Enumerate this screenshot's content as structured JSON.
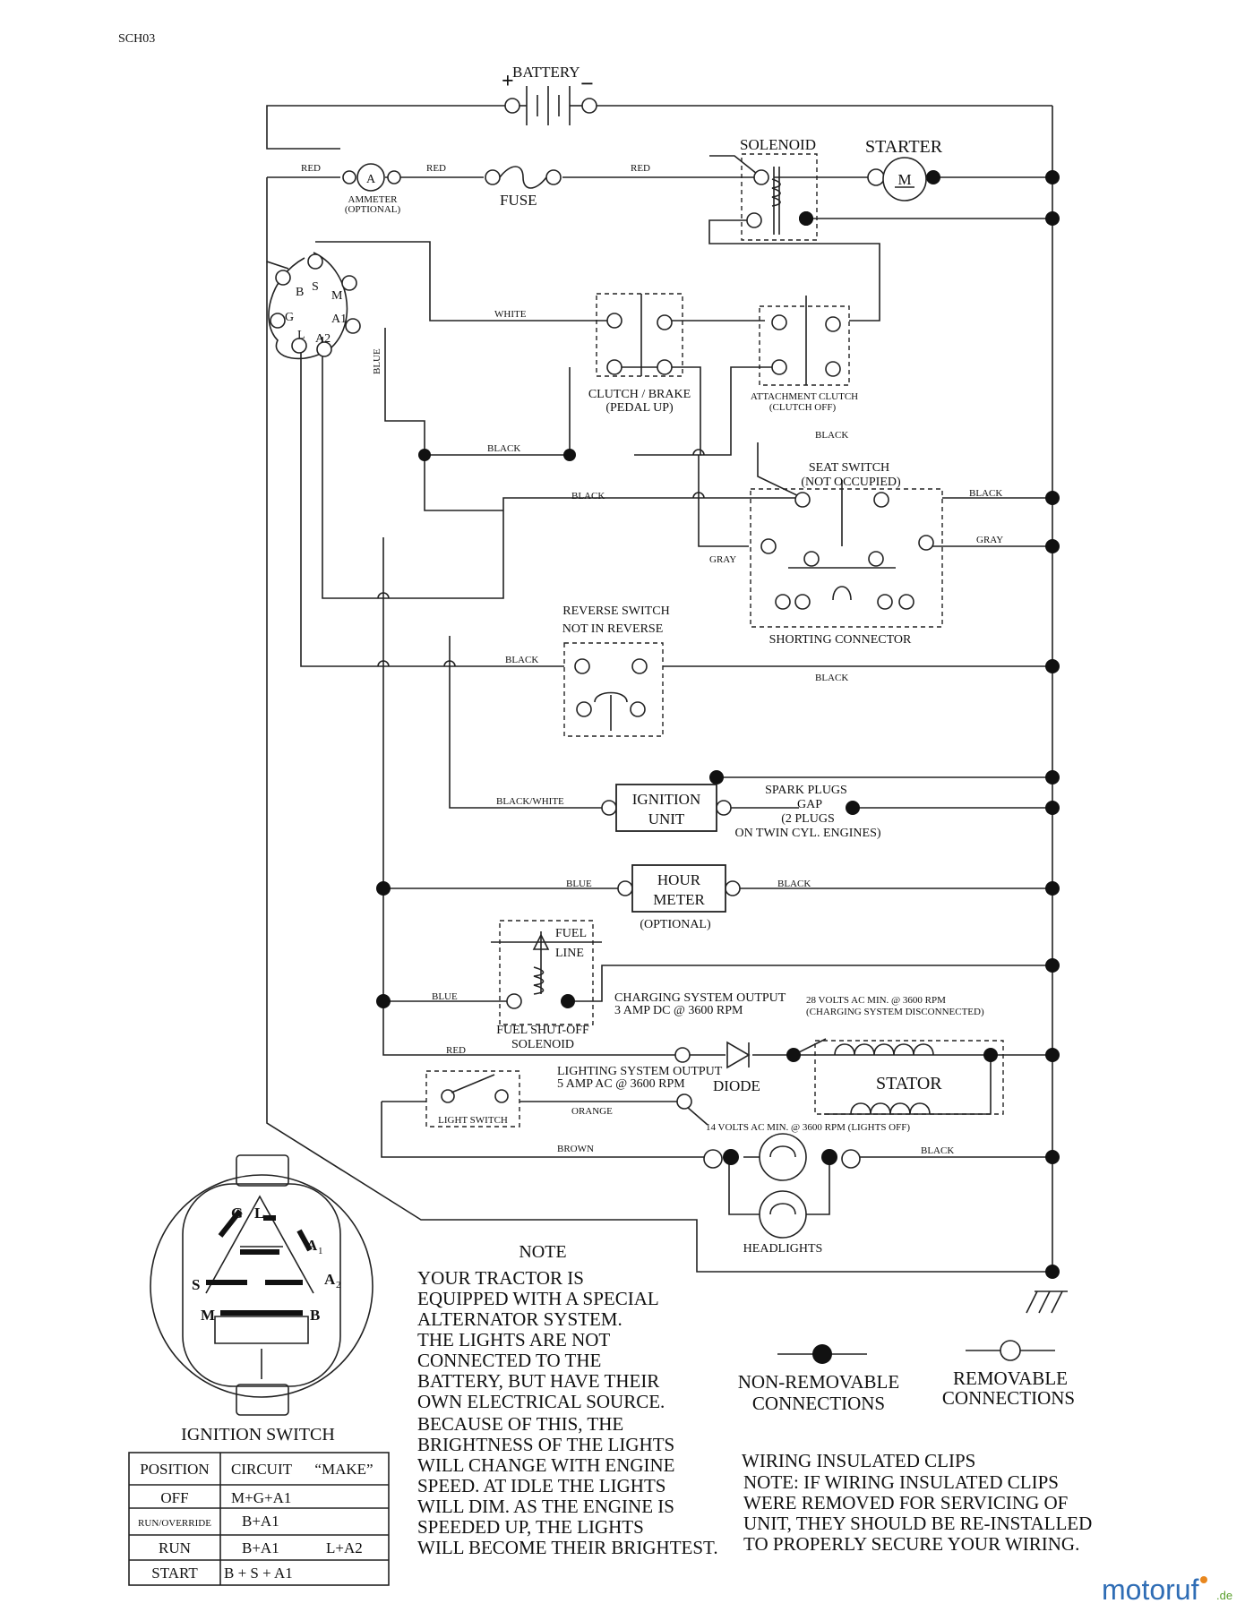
{
  "page_code": "SCH03",
  "components": {
    "battery": "BATTERY",
    "plus": "+",
    "minus": "−",
    "solenoid": "SOLENOID",
    "starter": "STARTER",
    "starter_symbol": "M",
    "ammeter_symbol": "A",
    "ammeter": "AMMETER",
    "ammeter_optional": "(OPTIONAL)",
    "fuse": "FUSE",
    "clutch_brake_1": "CLUTCH / BRAKE",
    "clutch_brake_2": "(PEDAL UP)",
    "attachment_clutch_1": "ATTACHMENT CLUTCH",
    "attachment_clutch_2": "(CLUTCH OFF)",
    "seat_switch_1": "SEAT SWITCH",
    "seat_switch_2": "(NOT OCCUPIED)",
    "shorting_connector": "SHORTING CONNECTOR",
    "reverse_switch_1": "REVERSE SWITCH",
    "reverse_switch_2": "NOT IN REVERSE",
    "ignition_unit_1": "IGNITION",
    "ignition_unit_2": "UNIT",
    "spark_plugs_1": "SPARK PLUGS",
    "spark_plugs_2": "GAP",
    "spark_plugs_3": "(2 PLUGS",
    "spark_plugs_4": "ON TWIN CYL. ENGINES)",
    "hour_meter_1": "HOUR",
    "hour_meter_2": "METER",
    "hour_meter_optional": "(OPTIONAL)",
    "fuel_1": "FUEL",
    "fuel_2": "LINE",
    "fuel_solenoid_1": "FUEL SHUT-OFF",
    "fuel_solenoid_2": "SOLENOID",
    "charging_output_1": "CHARGING SYSTEM OUTPUT",
    "charging_output_2": "3 AMP DC @ 3600 RPM",
    "stator_note_1": "28 VOLTS AC MIN. @ 3600 RPM",
    "stator_note_2": "(CHARGING SYSTEM DISCONNECTED)",
    "lighting_output_1": "LIGHTING SYSTEM OUTPUT",
    "lighting_output_2": "5 AMP AC @ 3600 RPM",
    "diode": "DIODE",
    "stator": "STATOR",
    "light_switch": "LIGHT SWITCH",
    "lights_off_note": "14 VOLTS AC MIN. @ 3600 RPM (LIGHTS OFF)",
    "headlights": "HEADLIGHTS"
  },
  "switch_terminals": {
    "B": "B",
    "S": "S",
    "M": "M",
    "G": "G",
    "A1": "A1",
    "L": "L",
    "A2": "A2"
  },
  "wire_labels": {
    "red": "RED",
    "white": "WHITE",
    "blue": "BLUE",
    "black": "BLACK",
    "gray": "GRAY",
    "black_white": "BLACK/WHITE",
    "orange": "ORANGE",
    "brown": "BROWN"
  },
  "ignition_switch": {
    "title": "IGNITION SWITCH",
    "face_labels": {
      "G": "G",
      "L": "L",
      "A": "A",
      "sub1": "1",
      "sub2": "2",
      "S": "S",
      "M": "M",
      "B": "B"
    },
    "table": {
      "headers": [
        "POSITION",
        "CIRCUIT",
        "“MAKE”"
      ],
      "rows": [
        {
          "position": "OFF",
          "circuit": "M+G+A1",
          "extra": ""
        },
        {
          "position": "RUN/OVERRIDE",
          "circuit": "B+A1",
          "extra": ""
        },
        {
          "position": "RUN",
          "circuit": "B+A1",
          "extra": "L+A2"
        },
        {
          "position": "START",
          "circuit": "B + S + A1",
          "extra": ""
        }
      ]
    }
  },
  "note": {
    "title": "NOTE",
    "lines": [
      "YOUR TRACTOR IS",
      "EQUIPPED WITH A SPECIAL",
      "ALTERNATOR SYSTEM.",
      "THE LIGHTS ARE NOT",
      "CONNECTED TO THE",
      "BATTERY, BUT HAVE THEIR",
      "OWN ELECTRICAL SOURCE.",
      "BECAUSE OF THIS, THE",
      "BRIGHTNESS OF THE LIGHTS",
      "WILL CHANGE WITH ENGINE",
      "SPEED.  AT IDLE THE LIGHTS",
      "WILL DIM.  AS THE ENGINE IS",
      "SPEEDED UP, THE LIGHTS",
      "WILL BECOME THEIR BRIGHTEST."
    ]
  },
  "legend": {
    "non_removable_1": "NON-REMOVABLE",
    "non_removable_2": "CONNECTIONS",
    "removable_1": "REMOVABLE",
    "removable_2": "CONNECTIONS"
  },
  "clips_note": {
    "lines": [
      "WIRING INSULATED CLIPS",
      "NOTE:  IF WIRING INSULATED CLIPS",
      "WERE REMOVED FOR SERVICING OF",
      "UNIT, THEY SHOULD BE RE-INSTALLED",
      "TO PROPERLY SECURE YOUR WIRING."
    ]
  },
  "watermark": {
    "name": "motoruf",
    "suffix": ".de"
  },
  "colors": {
    "brand_blue": "#2f6db5",
    "brand_orange": "#e8871e",
    "brand_green": "#5aa02c"
  }
}
